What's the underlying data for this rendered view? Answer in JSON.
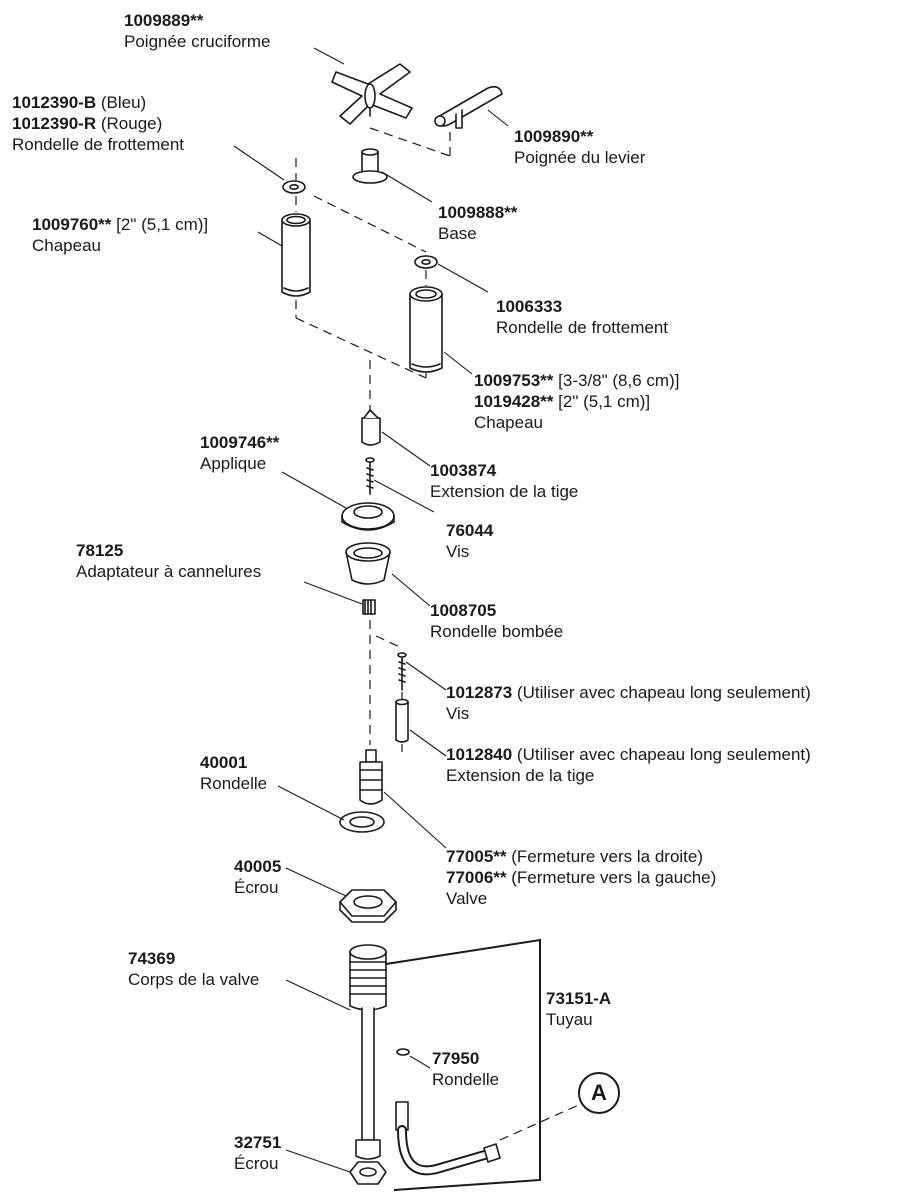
{
  "labels": {
    "cross_handle": {
      "part": "1009889**",
      "desc": "Poignée cruciforme"
    },
    "friction_washer_color": {
      "part_blue": "1012390-B",
      "blue": "(Bleu)",
      "part_red": "1012390-R",
      "red": "(Rouge)",
      "desc": "Rondelle de frottement"
    },
    "lever_handle": {
      "part": "1009890**",
      "desc": "Poignée du levier"
    },
    "base": {
      "part": "1009888**",
      "desc": "Base"
    },
    "cap_short": {
      "part": "1009760**",
      "size": "[2\" (5,1 cm)]",
      "desc": "Chapeau"
    },
    "friction_washer": {
      "part": "1006333",
      "desc": "Rondelle de frottement"
    },
    "cap_long": {
      "part_a": "1009753**",
      "size_a": "[3-3/8\" (8,6 cm)]",
      "part_b": "1019428**",
      "size_b": "[2\" (5,1 cm)]",
      "desc": "Chapeau"
    },
    "escutcheon": {
      "part": "1009746**",
      "desc": "Applique"
    },
    "stem_extension": {
      "part": "1003874",
      "desc": "Extension de la tige"
    },
    "screw": {
      "part": "76044",
      "desc": "Vis"
    },
    "spline_adapter": {
      "part": "78125",
      "desc": "Adaptateur à cannelures"
    },
    "domed_washer": {
      "part": "1008705",
      "desc": "Rondelle bombée"
    },
    "long_screw": {
      "part": "1012873",
      "note": "(Utiliser avec chapeau long seulement)",
      "desc": "Vis"
    },
    "long_extension": {
      "part": "1012840",
      "note": "(Utiliser avec chapeau long seulement)",
      "desc": "Extension de la tige"
    },
    "washer": {
      "part": "40001",
      "desc": "Rondelle"
    },
    "valve": {
      "part_a": "77005**",
      "note_a": "(Fermeture vers la droite)",
      "part_b": "77006**",
      "note_b": "(Fermeture vers la gauche)",
      "desc": "Valve"
    },
    "nut": {
      "part": "40005",
      "desc": "Écrou"
    },
    "valve_body": {
      "part": "74369",
      "desc": "Corps de la valve"
    },
    "hose": {
      "part": "73151-A",
      "desc": "Tuyau"
    },
    "small_washer": {
      "part": "77950",
      "desc": "Rondelle"
    },
    "bottom_nut": {
      "part": "32751",
      "desc": "Écrou"
    },
    "callout": "A"
  }
}
